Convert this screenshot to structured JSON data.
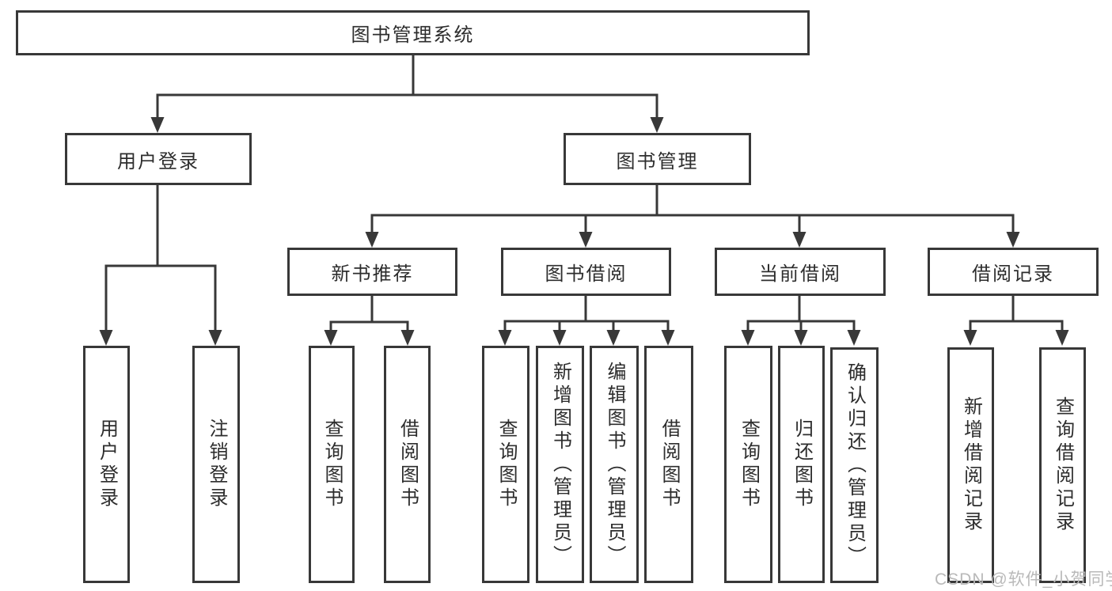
{
  "diagram": {
    "root": {
      "label": "图书管理系统"
    },
    "branches": [
      {
        "label": "用户登录",
        "children": [
          {
            "label": "用户登录"
          },
          {
            "label": "注销登录"
          }
        ]
      },
      {
        "label": "图书管理",
        "children": [
          {
            "label": "新书推荐",
            "children": [
              {
                "label": "查询图书"
              },
              {
                "label": "借阅图书"
              }
            ]
          },
          {
            "label": "图书借阅",
            "children": [
              {
                "label": "查询图书"
              },
              {
                "label": "新增图书（管理员）"
              },
              {
                "label": "编辑图书（管理员）"
              },
              {
                "label": "借阅图书"
              }
            ]
          },
          {
            "label": "当前借阅",
            "children": [
              {
                "label": "查询图书"
              },
              {
                "label": "归还图书"
              },
              {
                "label": "确认归还（管理员）"
              }
            ]
          },
          {
            "label": "借阅记录",
            "children": [
              {
                "label": "新增借阅记录"
              },
              {
                "label": "查询借阅记录"
              }
            ]
          }
        ]
      }
    ]
  },
  "watermark": {
    "text": "CSDN @软件_小贺同学"
  },
  "colors": {
    "line": "#383838",
    "text": "#2d2d2d",
    "watermark": "#b9b9b9",
    "background": "#ffffff"
  }
}
